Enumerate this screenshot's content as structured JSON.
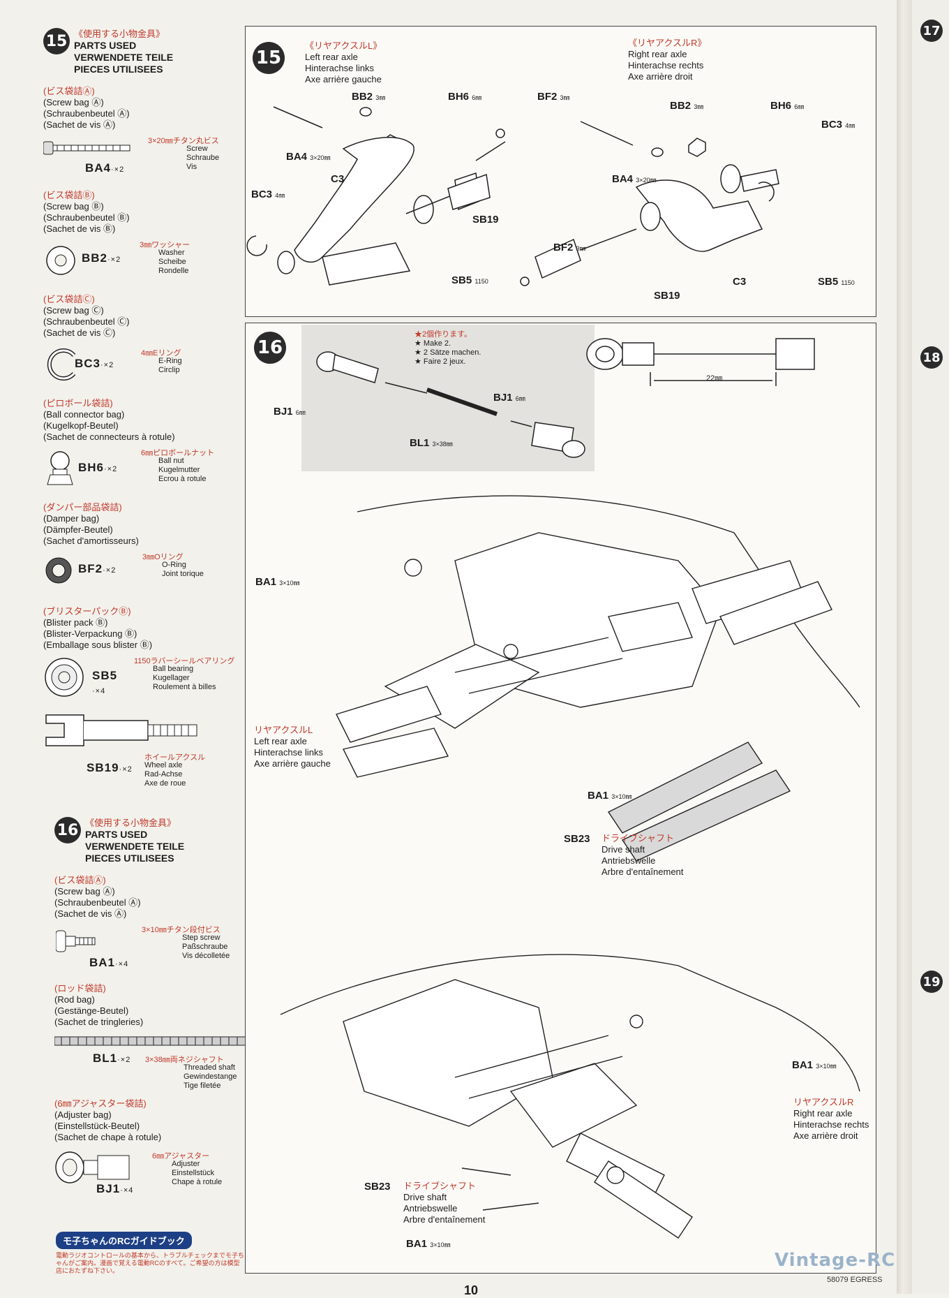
{
  "step15_parts": {
    "number": "15",
    "title_jp": "《使用する小物金具》",
    "title_en": "PARTS USED",
    "title_de": "VERWENDETE TEILE",
    "title_fr": "PIECES UTILISEES",
    "bag_a": {
      "jp": "(ビス袋詰Ⓐ)",
      "en": "(Screw bag Ⓐ)",
      "de": "(Schraubenbeutel Ⓐ)",
      "fr": "(Sachet de vis Ⓐ)"
    },
    "ba4": {
      "code": "BA4",
      "qty": "·×2",
      "jp": "3×20㎜チタン丸ビス",
      "en": "Screw",
      "de": "Schraube",
      "fr": "Vis"
    },
    "bag_b": {
      "jp": "(ビス袋詰Ⓑ)",
      "en": "(Screw bag Ⓑ)",
      "de": "(Schraubenbeutel Ⓑ)",
      "fr": "(Sachet de vis Ⓑ)"
    },
    "bb2": {
      "code": "BB2",
      "qty": "·×2",
      "jp": "3㎜ワッシャー",
      "en": "Washer",
      "de": "Scheibe",
      "fr": "Rondelle"
    },
    "bag_c": {
      "jp": "(ビス袋詰Ⓒ)",
      "en": "(Screw bag Ⓒ)",
      "de": "(Schraubenbeutel Ⓒ)",
      "fr": "(Sachet de vis Ⓒ)"
    },
    "bc3": {
      "code": "BC3",
      "qty": "·×2",
      "jp": "4㎜Eリング",
      "en": "E-Ring",
      "de": "Circlip",
      "fr": ""
    },
    "bag_ball": {
      "jp": "(ピロボール袋詰)",
      "en": "(Ball connector bag)",
      "de": "(Kugelkopf-Beutel)",
      "fr": "(Sachet de connecteurs à rotule)"
    },
    "bh6": {
      "code": "BH6",
      "qty": "·×2",
      "jp": "6㎜ピロボールナット",
      "en": "Ball nut",
      "de": "Kugelmutter",
      "fr": "Ecrou à rotule"
    },
    "bag_damper": {
      "jp": "(ダンパー部品袋詰)",
      "en": "(Damper bag)",
      "de": "(Dämpfer-Beutel)",
      "fr": "(Sachet d'amortisseurs)"
    },
    "bf2": {
      "code": "BF2",
      "qty": "·×2",
      "jp": "3㎜Oリング",
      "en": "O-Ring",
      "de": "Joint torique",
      "fr": ""
    },
    "bag_blister": {
      "jp": "(ブリスターパックⒷ)",
      "en": "(Blister pack Ⓑ)",
      "de": "(Blister-Verpackung Ⓑ)",
      "fr": "(Emballage sous blister Ⓑ)"
    },
    "sb5": {
      "code": "SB5",
      "qty": "·×4",
      "jp": "1150ラバーシールベアリング",
      "en": "Ball bearing",
      "de": "Kugellager",
      "fr": "Roulement à billes"
    },
    "sb19": {
      "code": "SB19",
      "qty": "·×2",
      "jp": "ホイールアクスル",
      "en": "Wheel axle",
      "de": "Rad-Achse",
      "fr": "Axe de roue"
    }
  },
  "step16_parts": {
    "number": "16",
    "title_jp": "《使用する小物金具》",
    "title_en": "PARTS USED",
    "title_de": "VERWENDETE TEILE",
    "title_fr": "PIECES UTILISEES",
    "bag_a": {
      "jp": "(ビス袋詰Ⓐ)",
      "en": "(Screw bag Ⓐ)",
      "de": "(Schraubenbeutel Ⓐ)",
      "fr": "(Sachet de vis Ⓐ)"
    },
    "ba1": {
      "code": "BA1",
      "qty": "·×4",
      "jp": "3×10㎜チタン段付ビス",
      "en": "Step screw",
      "de": "Paßschraube",
      "fr": "Vis décolletée"
    },
    "bag_rod": {
      "jp": "(ロッド袋詰)",
      "en": "(Rod bag)",
      "de": "(Gestänge-Beutel)",
      "fr": "(Sachet de tringleries)"
    },
    "bl1": {
      "code": "BL1",
      "qty": "·×2",
      "jp": "3×38㎜両ネジシャフト",
      "en": "Threaded shaft",
      "de": "Gewindestange",
      "fr": "Tige filetée"
    },
    "bag_adj": {
      "jp": "(6㎜アジャスター袋詰)",
      "en": "(Adjuster bag)",
      "de": "(Einstellstück-Beutel)",
      "fr": "(Sachet de chape à rotule)"
    },
    "bj1": {
      "code": "BJ1",
      "qty": "·×4",
      "jp": "6㎜アジャスター",
      "en": "Adjuster",
      "de": "Einstellstück",
      "fr": "Chape à rotule"
    }
  },
  "step15_box": {
    "number": "15",
    "left_axle": {
      "jp": "《リヤアクスルL》",
      "en": "Left rear axle",
      "de": "Hinterachse links",
      "fr": "Axe arrière gauche"
    },
    "right_axle": {
      "jp": "《リヤアクスルR》",
      "en": "Right rear axle",
      "de": "Hinterachse rechts",
      "fr": "Axe arrière droit"
    },
    "labels": {
      "bb2": "BB2",
      "bb2_size": "3㎜",
      "bh6": "BH6",
      "bh6_size": "6㎜",
      "bf2": "BF2",
      "bf2_size": "3㎜",
      "ba4": "BA4",
      "ba4_size": "3×20㎜",
      "c3": "C3",
      "bc3": "BC3",
      "bc3_size": "4㎜",
      "sb19": "SB19",
      "sb5": "SB5",
      "sb5_size": "1150"
    }
  },
  "step16_box": {
    "number": "16",
    "make": {
      "jp": "★2個作ります。",
      "en": "★ Make 2.",
      "de": "★ 2 Sätze machen.",
      "fr": "★ Faire 2 jeux."
    },
    "labels": {
      "bj1": "BJ1",
      "bj1_size": "6㎜",
      "bl1": "BL1",
      "bl1_size": "3×38㎜",
      "dim": "22㎜",
      "ba1": "BA1",
      "ba1_size": "3×10㎜",
      "sb23": "SB23"
    },
    "left_axle": {
      "jp": "リヤアクスルL",
      "en": "Left rear axle",
      "de": "Hinterachse links",
      "fr": "Axe arrière gauche"
    },
    "right_axle": {
      "jp": "リヤアクスルR",
      "en": "Right rear axle",
      "de": "Hinterachse rechts",
      "fr": "Axe arrière droit"
    },
    "drive_shaft": {
      "jp": "ドライブシャフト",
      "en": "Drive shaft",
      "de": "Antriebswelle",
      "fr": "Arbre d'entaînement"
    }
  },
  "footer": {
    "guide_title": "モ子ちゃんのRCガイドブック",
    "guide_text": "電動ラジオコントロールの基本から、トラブルチェックまでモ子ちゃんがご案内。漫画で覚える電動RCのすべて。ご希望の方は模型店におたずね下さい。",
    "page_number": "10",
    "watermark": "Vintage-RC.net",
    "catalog": "58079 EGRESS"
  },
  "next_page": {
    "step17": "17",
    "step18": "18",
    "step19": "19"
  }
}
